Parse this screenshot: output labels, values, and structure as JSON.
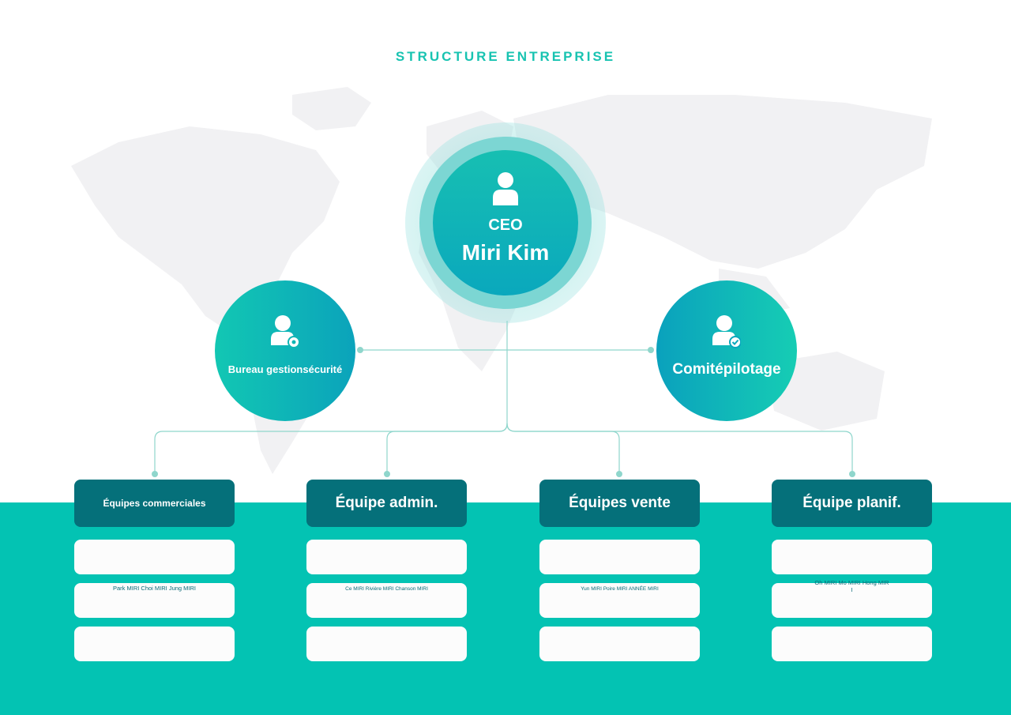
{
  "title": "STRUCTURE ENTREPRISE",
  "ceo": {
    "role": "CEO",
    "name": "Miri Kim",
    "icon": "person-icon"
  },
  "side_nodes": [
    {
      "label": "Bureau gestionsécurité",
      "icon": "person-settings-icon"
    },
    {
      "label": "Comitépilotage",
      "icon": "person-check-icon"
    }
  ],
  "teams": [
    {
      "name": "Équipes commerciales",
      "members": "Park MIRI  Choi MIRI  Jung MIRI"
    },
    {
      "name": "Équipe admin.",
      "members": "Ce MIRI  Rivière MIRI  Chanson MIRI"
    },
    {
      "name": "Équipes vente",
      "members": "Yun MIRI  Poire MIRI  ANNÉE MIRI"
    },
    {
      "name": "Équipe planif.",
      "members": "Oh MIRI  Mo MIRI  Hong MIR\nI"
    }
  ],
  "colors": {
    "accent": "#18c3b1",
    "band": "#03c3b3",
    "header": "#05707a",
    "connector": "#8fd6cc"
  }
}
